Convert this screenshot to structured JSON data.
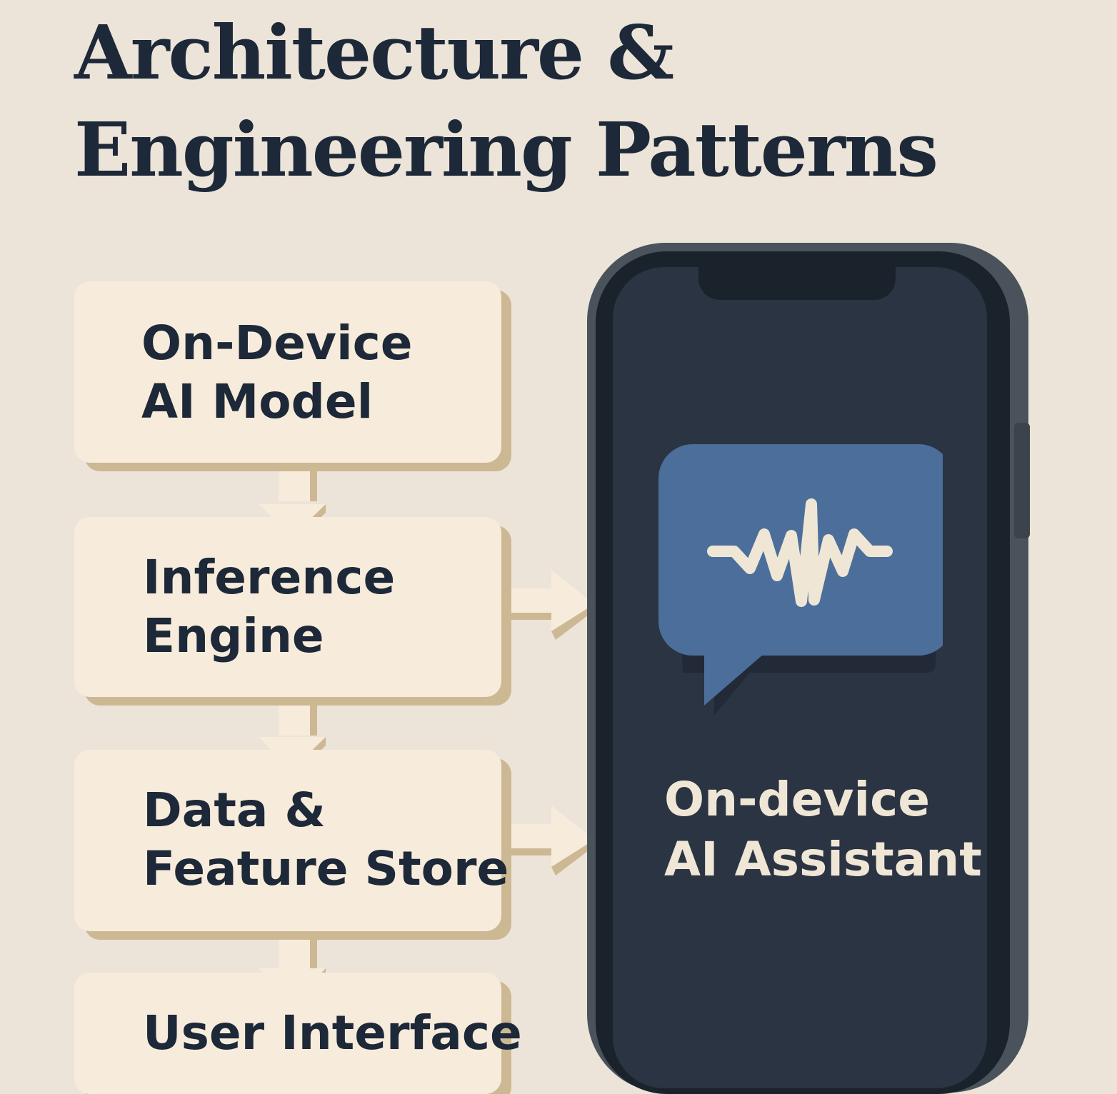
{
  "title": {
    "line1": "Architecture &",
    "line2": "Engineering Patterns"
  },
  "boxes": [
    {
      "line1": "On-Device",
      "line2": "AI Model"
    },
    {
      "line1": "Inference",
      "line2": "Engine"
    },
    {
      "line1": "Data &",
      "line2": "Feature Store"
    },
    {
      "line1": "User Interface",
      "line2": ""
    }
  ],
  "phone": {
    "label_line1": "On-device",
    "label_line2": "AI Assistant",
    "bubble_icon": "waveform-icon"
  },
  "colors": {
    "background": "#ece4d8",
    "ink": "#1d2838",
    "box_fill": "#f7ecdb",
    "box_shadow": "#cdb894",
    "phone_screen": "#2b3443",
    "bubble": "#4b6f9a",
    "phone_text": "#efe6d6"
  }
}
